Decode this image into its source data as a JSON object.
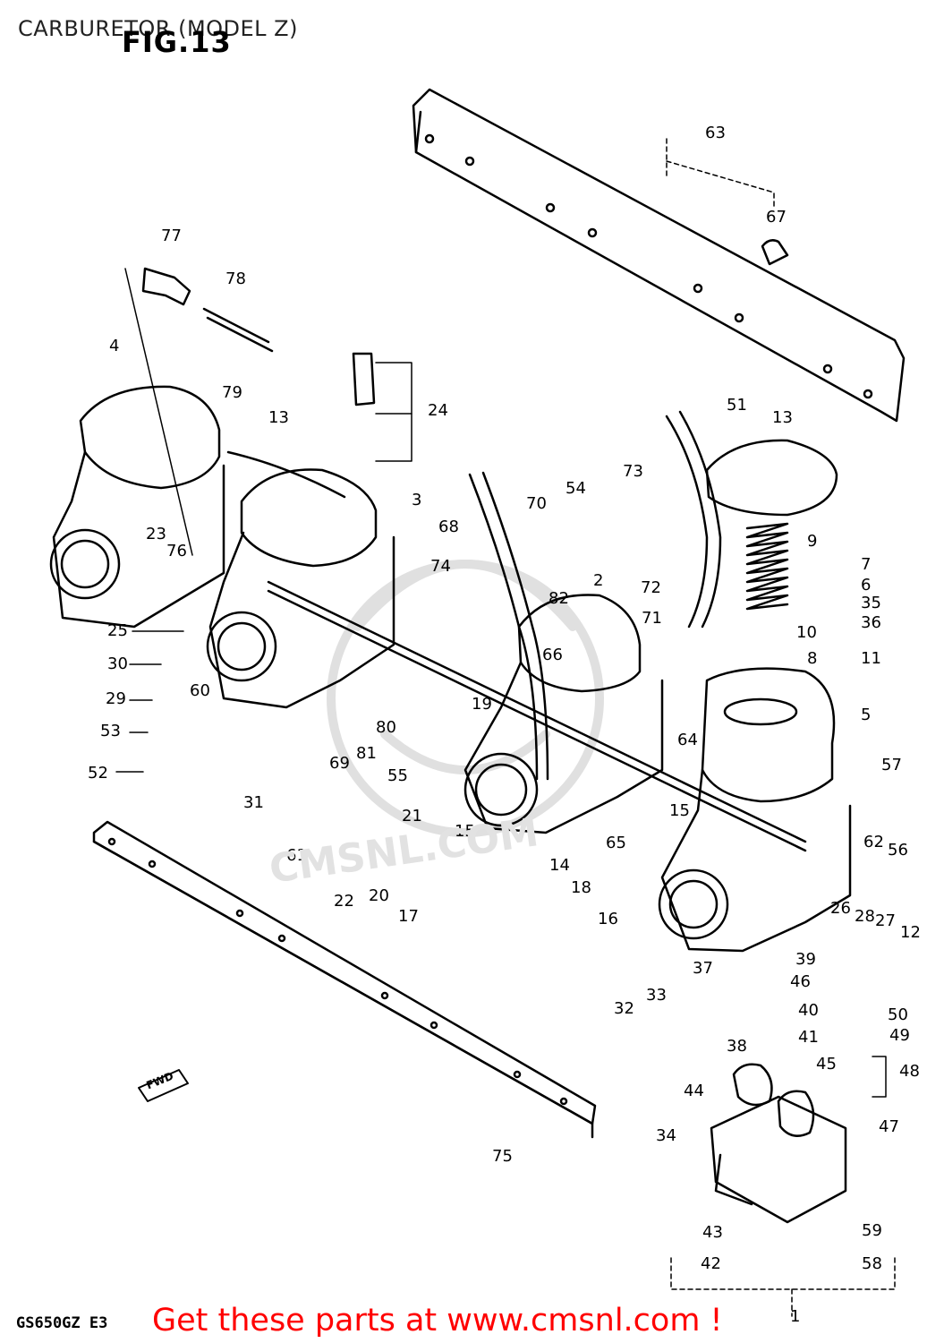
{
  "header": {
    "title": "CARBURETOR (MODEL Z)",
    "fig": "FIG.13"
  },
  "footer": {
    "model_code": "GS650GZ E3",
    "cta": "Get these parts at www.cmsnl.com !"
  },
  "watermark": {
    "text": "CMSNL.COM"
  },
  "fwd_marker": "FWD",
  "callouts": [
    "63",
    "67",
    "77",
    "78",
    "4",
    "79",
    "13",
    "24",
    "3",
    "51",
    "13",
    "73",
    "54",
    "70",
    "68",
    "9",
    "7",
    "6",
    "35",
    "36",
    "72",
    "82",
    "2",
    "23",
    "76",
    "74",
    "71",
    "10",
    "11",
    "8",
    "25",
    "30",
    "60",
    "66",
    "19",
    "5",
    "29",
    "53",
    "80",
    "64",
    "57",
    "52",
    "69",
    "81",
    "55",
    "21",
    "31",
    "15",
    "15",
    "62",
    "56",
    "61",
    "22",
    "20",
    "17",
    "14",
    "65",
    "18",
    "16",
    "26",
    "28",
    "27",
    "12",
    "39",
    "37",
    "46",
    "40",
    "50",
    "49",
    "41",
    "38",
    "32",
    "33",
    "45",
    "48",
    "44",
    "47",
    "34",
    "75",
    "43",
    "59",
    "42",
    "58",
    "1"
  ]
}
